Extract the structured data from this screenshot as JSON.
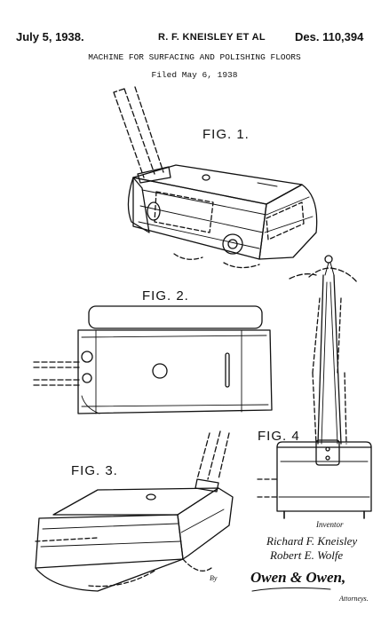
{
  "header": {
    "date": "July 5, 1938.",
    "inventors": "R. F. KNEISLEY ET AL",
    "patent_no": "Des. 110,394",
    "title": "MACHINE FOR SURFACING AND POLISHING FLOORS",
    "filed": "Filed May 6, 1938"
  },
  "figures": {
    "fig1": "FIG. 1.",
    "fig2": "FIG. 2.",
    "fig3": "FIG. 3.",
    "fig4": "FIG. 4"
  },
  "signatures": {
    "inventor_word": "Inventor",
    "inventor_1": "Richard F. Kneisley",
    "inventor_2": "Robert E. Wolfe",
    "by_witness": "By",
    "attorney_signature": "Owen & Owen,",
    "attorney_word": "Attorneys."
  }
}
